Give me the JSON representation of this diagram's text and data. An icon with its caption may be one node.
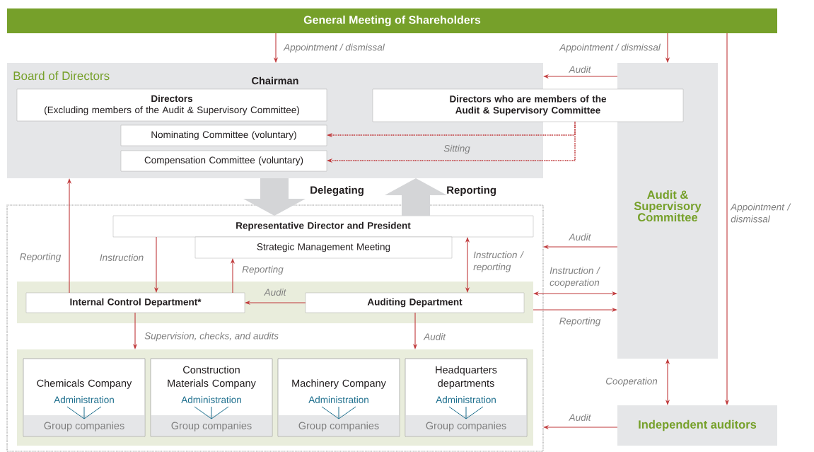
{
  "diagram": {
    "nodes": [
      {
        "text": [
          "General Meeting of Shareholders"
        ]
      },
      {
        "text": [
          "Board of Directors",
          "Chairman"
        ]
      },
      {
        "text": [
          "Directors",
          "(Excluding members of the Audit & Supervisory Committee)"
        ],
        "in": 1
      },
      {
        "text": [
          "Nominating Committee (voluntary)"
        ],
        "in": 1
      },
      {
        "text": [
          "Compensation Committee (voluntary)"
        ],
        "in": 1
      },
      {
        "text": [
          "Directors who are members of the Audit & Supervisory Committee"
        ]
      },
      {
        "text": [
          "Audit & Supervisory Committee"
        ]
      },
      {
        "text": [],
        "shape": "box"
      },
      {
        "text": [
          "Representative Director and President"
        ],
        "in": 7
      },
      {
        "text": [
          "Strategic Management Meeting"
        ],
        "in": 7
      },
      {
        "text": [],
        "shape": "box",
        "in": 7
      },
      {
        "text": [
          "Internal Control Department*"
        ],
        "in": 10
      },
      {
        "text": [
          "Auditing Department"
        ],
        "in": 10
      },
      {
        "text": [],
        "shape": "box",
        "in": 7
      },
      {
        "text": [
          "Chemicals Company",
          "Administration",
          "Group companies"
        ],
        "in": 13
      },
      {
        "text": [
          "Construction Materials Company",
          "Administration",
          "Group companies"
        ],
        "in": 13
      },
      {
        "text": [
          "Machinery Company",
          "Administration",
          "Group companies"
        ],
        "in": 13
      },
      {
        "text": [
          "Headquarters departments",
          "Administration",
          "Group companies"
        ],
        "in": 13
      },
      {
        "text": [
          "Independent auditors"
        ]
      }
    ],
    "edges": [
      {
        "from": 0,
        "to": 1,
        "arrow": "to",
        "label": "Appointment / dismissal"
      },
      {
        "from": 0,
        "to": 6,
        "arrow": "to",
        "label": "Appointment / dismissal"
      },
      {
        "from": 0,
        "to": 18,
        "arrow": "to",
        "label": "Appointment / dismissal"
      },
      {
        "from": 6,
        "to": 1,
        "arrow": "to",
        "label": "Audit"
      },
      {
        "from": 5,
        "to": 3,
        "arrow": "to",
        "style": "dashed"
      },
      {
        "from": 5,
        "to": 4,
        "arrow": "to",
        "style": "dashed",
        "label": "Sitting"
      },
      {
        "from": 11,
        "to": 1,
        "arrow": "to",
        "label": "Reporting"
      },
      {
        "from": 8,
        "to": 11,
        "arrow": "to",
        "label": "Instruction"
      },
      {
        "from": 11,
        "to": 9,
        "arrow": "to",
        "label": "Reporting"
      },
      {
        "from": 8,
        "to": 12,
        "arrow": "both",
        "label": "Instruction / reporting"
      },
      {
        "from": 12,
        "to": 11,
        "arrow": "to",
        "label": "Audit"
      },
      {
        "from": 6,
        "to": 7,
        "arrow": "to",
        "label": "Audit"
      },
      {
        "from": 6,
        "to": 10,
        "arrow": "both",
        "label": "Instruction / cooperation"
      },
      {
        "from": 10,
        "to": 6,
        "arrow": "to",
        "label": "Reporting"
      },
      {
        "from": 11,
        "to": 13,
        "arrow": "to",
        "label": "Supervision, checks, and audits"
      },
      {
        "from": 12,
        "to": 13,
        "arrow": "to",
        "label": "Audit"
      },
      {
        "from": 6,
        "to": 18,
        "arrow": "both",
        "label": "Cooperation"
      },
      {
        "from": 18,
        "to": 7,
        "arrow": "to",
        "label": "Audit"
      },
      {
        "from": 1,
        "to": 8,
        "arrow": "to",
        "style": "thick",
        "color": "#d4d5d7",
        "label": "Delegating"
      },
      {
        "from": 8,
        "to": 1,
        "arrow": "to",
        "style": "thick",
        "color": "#d4d5d7",
        "label": "Reporting"
      }
    ]
  }
}
